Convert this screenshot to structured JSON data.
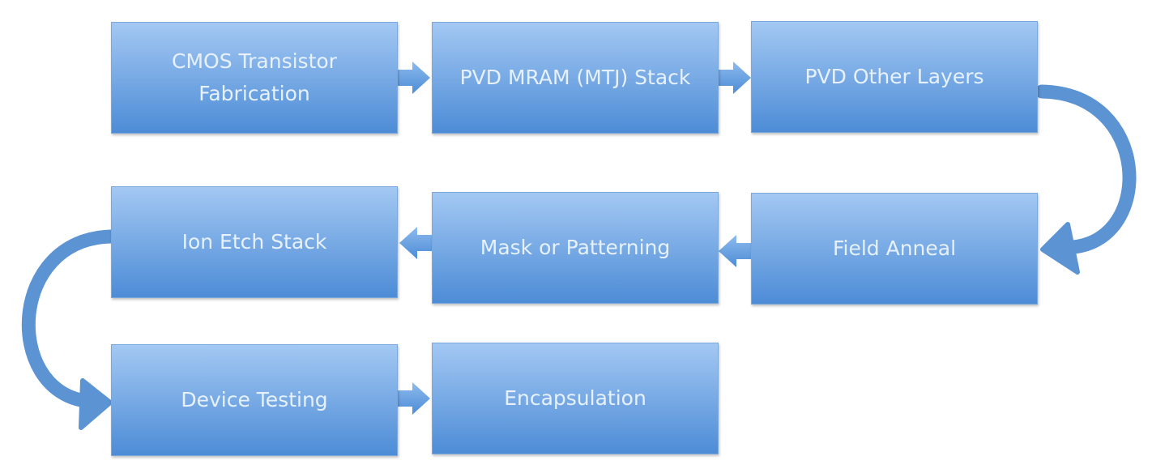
{
  "colors": {
    "box_top": "#a3c8f3",
    "box_bottom": "#4d8cd6",
    "arrow": "#5b93d3"
  },
  "steps": [
    {
      "label": "CMOS Transistor Fabrication"
    },
    {
      "label": "PVD MRAM (MTJ) Stack"
    },
    {
      "label": "PVD Other Layers"
    },
    {
      "label": "Field Anneal"
    },
    {
      "label": "Mask or Patterning"
    },
    {
      "label": "Ion Etch Stack"
    },
    {
      "label": "Device Testing"
    },
    {
      "label": "Encapsulation"
    }
  ]
}
